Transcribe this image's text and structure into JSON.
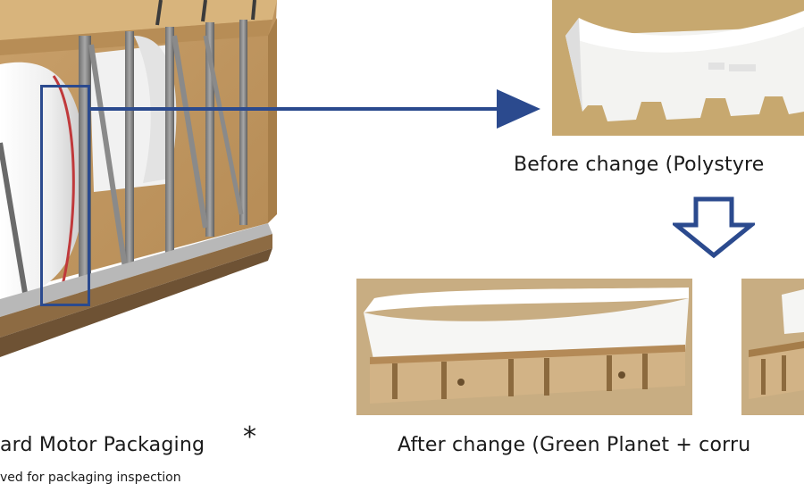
{
  "captions": {
    "left_title": "ard Motor Packaging",
    "left_asterisk": "*",
    "left_note": "ved for packaging inspection",
    "before": "Before change (Polystyre",
    "after": "After change (Green Planet + corru"
  },
  "icons": {
    "pointer_arrow": "arrow-right-icon",
    "down_arrow": "arrow-down-icon"
  },
  "colors": {
    "accent_blue": "#2b4a8e",
    "cardboard": "#c9a774",
    "foam": "#f4f4f2"
  }
}
